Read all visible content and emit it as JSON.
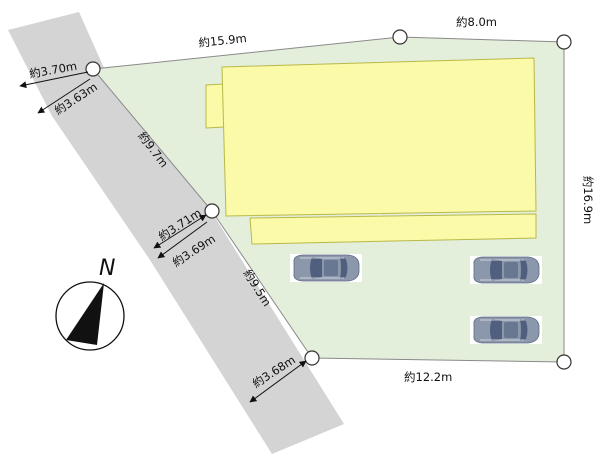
{
  "colors": {
    "lot_fill": "#e3eedb",
    "lot_stroke": "#8a8a8a",
    "road_fill": "#d4d4d4",
    "building_fill": "#fafaa8",
    "building_stroke": "#b9b948",
    "car_body": "#8b97ab",
    "car_glass": "#4f5f7d",
    "marker_fill": "#ffffff",
    "text": "#111111"
  },
  "labels": {
    "top_left_edge": "約15.9m",
    "top_right_edge": "約8.0m",
    "right_edge": "約16.9m",
    "bottom_edge": "約12.2m",
    "road_width_top_outer": "約3.70m",
    "road_width_top_inner": "約3.63m",
    "upper_frontage": "約9.7m",
    "road_width_mid_outer": "約3.71m",
    "road_width_mid_inner": "約3.69m",
    "lower_frontage": "約9.5m",
    "road_width_bottom": "約3.68m"
  },
  "compass": {
    "letter": "N",
    "icon": "north-arrow-icon"
  },
  "cars": [
    "car-icon",
    "car-icon",
    "car-icon"
  ]
}
